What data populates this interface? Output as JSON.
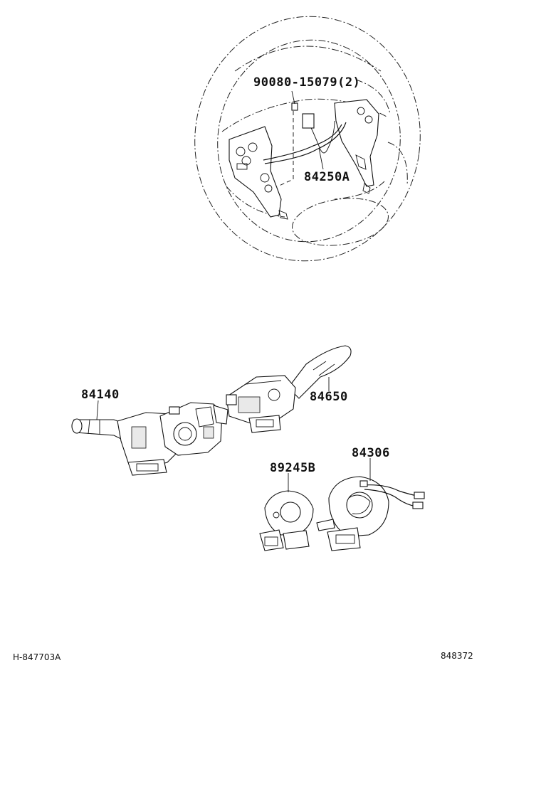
{
  "callouts": {
    "screw": "90080-15079(2)",
    "wheel_switch": "84250A",
    "turn_switch": "84140",
    "wiper_switch": "84650",
    "sensor": "89245B",
    "spiral_cable": "84306"
  },
  "refs": {
    "left": "H-847703A",
    "right": "848372"
  }
}
